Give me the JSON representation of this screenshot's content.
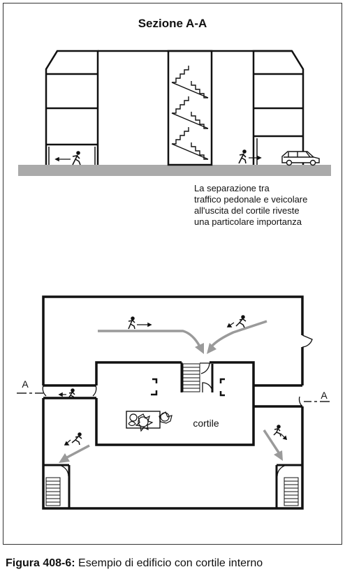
{
  "section_title": "Sezione A-A",
  "note": "La separazione tra\ntraffico pedonale e veicolare\nall'uscita del cortile riveste\nuna particolare importanza",
  "plan": {
    "courtyard_label": "cortile",
    "marker_left": "A",
    "marker_right": "A"
  },
  "caption": {
    "prefix": "Figura 408-6:",
    "text": " Esempio di edificio con cortile interno"
  },
  "colors": {
    "ground": "#aaaaaa",
    "arrows": "#9a9a9a",
    "lines": "#111111"
  }
}
